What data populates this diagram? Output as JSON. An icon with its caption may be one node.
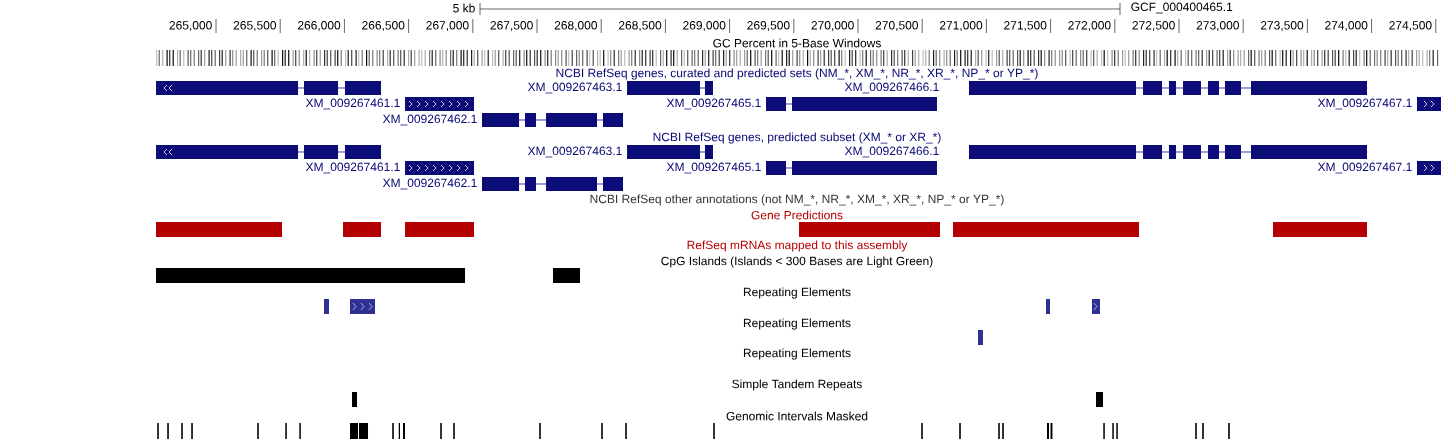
{
  "diagram": {
    "labels": [
      "5 kb",
      "GCF_000400465.1",
      "265,000",
      "265,500",
      "266,000",
      "266,500",
      "267,000",
      "267,500",
      "268,000",
      "268,500",
      "269,000",
      "269,500",
      "270,000",
      "270,500",
      "271,000",
      "271,500",
      "272,000",
      "272,500",
      "273,000",
      "273,500",
      "274,000",
      "274,500",
      "GC Percent in 5-Base Windows",
      "NCBI RefSeq genes, curated and predicted sets (NM_*, XM_*, NR_*, XR_*, NP_* or YP_*)",
      "XM_009267463.1",
      "XM_009267466.1",
      "XM_009267461.1",
      "XM_009267465.1",
      "XM_009267467.1",
      "XM_009267462.1",
      "NCBI RefSeq genes, predicted subset (XM_* or XR_*)",
      "XM_009267463.1",
      "XM_009267466.1",
      "XM_009267461.1",
      "XM_009267465.1",
      "XM_009267467.1",
      "XM_009267462.1",
      "NCBI RefSeq other annotations (not NM_*, NR_*, XM_*, XR_*, NP_* or YP_*)",
      "Gene Predictions",
      "RefSeq mRNAs mapped to this assembly",
      "CpG Islands (Islands < 300 Bases are Light Green)",
      "Repeating Elements",
      "Repeating Elements",
      "Repeating Elements",
      "Simple Tandem Repeats",
      "Genomic Intervals Masked"
    ]
  }
}
